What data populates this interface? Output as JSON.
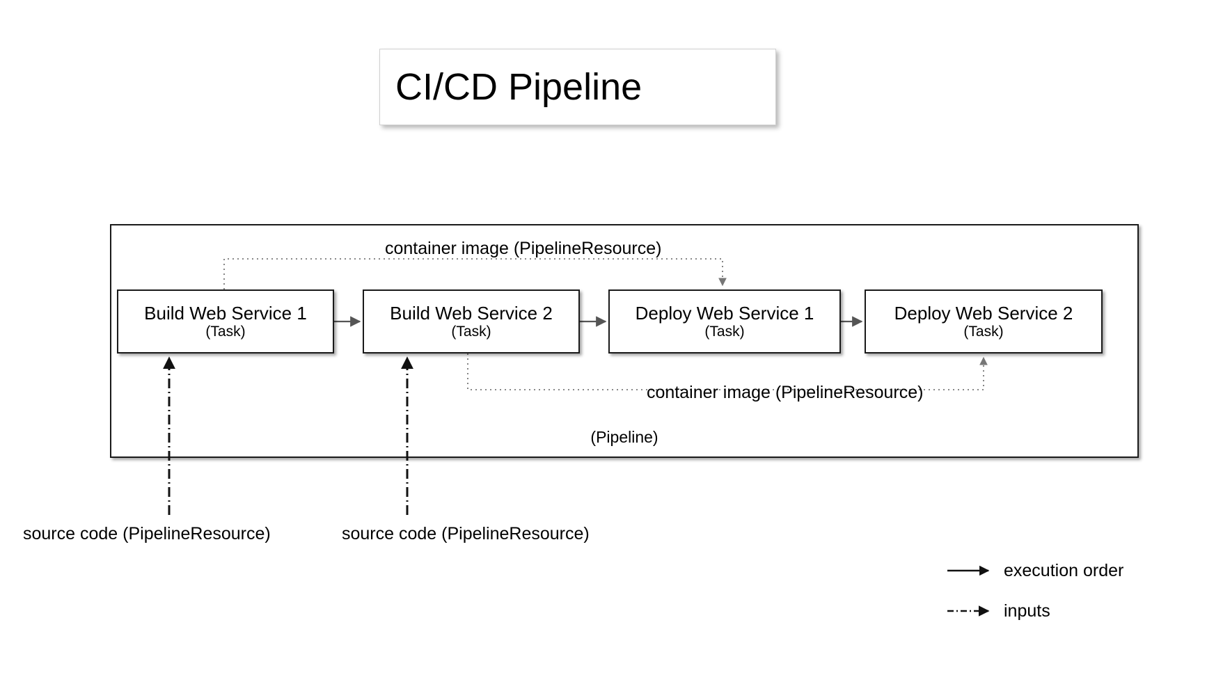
{
  "diagram": {
    "title": "CI/CD Pipeline",
    "container_label": "(Pipeline)",
    "tasks": [
      {
        "id": "build-web-service-1",
        "title": "Build Web Service 1",
        "subtitle": "(Task)"
      },
      {
        "id": "build-web-service-2",
        "title": "Build Web Service 2",
        "subtitle": "(Task)"
      },
      {
        "id": "deploy-web-service-1",
        "title": "Deploy Web Service 1",
        "subtitle": "(Task)"
      },
      {
        "id": "deploy-web-service-2",
        "title": "Deploy Web Service 2",
        "subtitle": "(Task)"
      }
    ],
    "resource_labels": {
      "container_image_top": "container image (PipelineResource)",
      "container_image_bottom": "container image (PipelineResource)",
      "source_code_1": "source code (PipelineResource)",
      "source_code_2": "source code (PipelineResource)"
    },
    "legend": [
      {
        "id": "execution-order",
        "label": "execution order",
        "style": "solid-arrow"
      },
      {
        "id": "inputs",
        "label": "inputs",
        "style": "dash-dot-arrow"
      }
    ],
    "colors": {
      "stroke": "#1a1a1a",
      "arrow": "#555555",
      "dotted": "#777777",
      "background": "#ffffff"
    }
  }
}
